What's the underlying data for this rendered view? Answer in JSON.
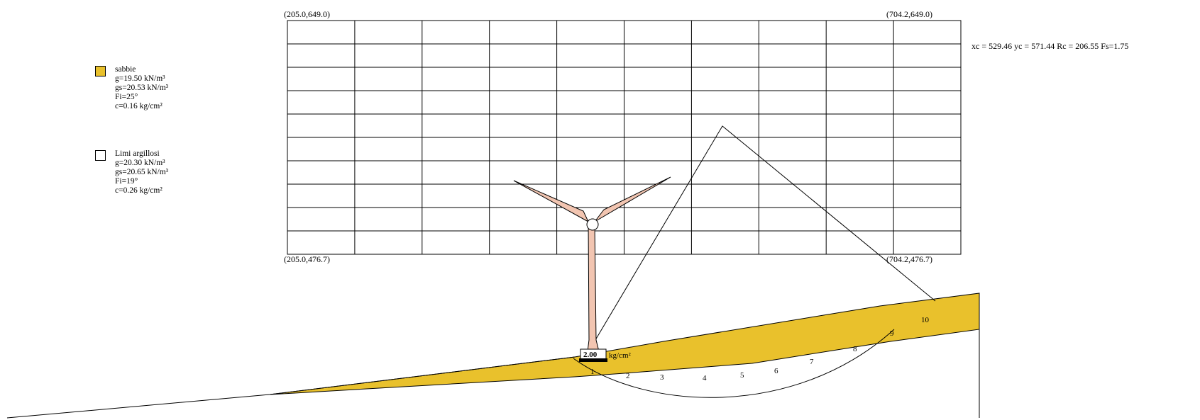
{
  "colors": {
    "sand": "#E9C12C",
    "clay": "#FFFFFF",
    "turbine": "#F2C5B1",
    "stroke": "#000000"
  },
  "grid": {
    "top_left": "(205.0,649.0)",
    "top_right": "(704.2,649.0)",
    "bottom_left": "(205.0,476.7)",
    "bottom_right": "(704.2,476.7)",
    "columns": 10,
    "rows": 10
  },
  "result": {
    "text": "xc = 529.46 yc = 571.44 Rc = 206.55 Fs=1.75"
  },
  "legend": [
    {
      "name": "sabbie",
      "color": "#E9C12C",
      "lines": [
        "g=19.50 kN/m³",
        "gs=20.53 kN/m³",
        "Fi=25°",
        "c=0.16 kg/cm²"
      ]
    },
    {
      "name": "Limi argillosi",
      "color": "#FFFFFF",
      "lines": [
        "g=20.30 kN/m³",
        "gs=20.65 kN/m³",
        "Fi=19°",
        "c=0.26 kg/cm²"
      ]
    }
  ],
  "load": {
    "value": "2.00",
    "unit": "kg/cm²"
  },
  "slices": [
    "1",
    "2",
    "3",
    "4",
    "5",
    "6",
    "7",
    "8",
    "9",
    "10"
  ]
}
